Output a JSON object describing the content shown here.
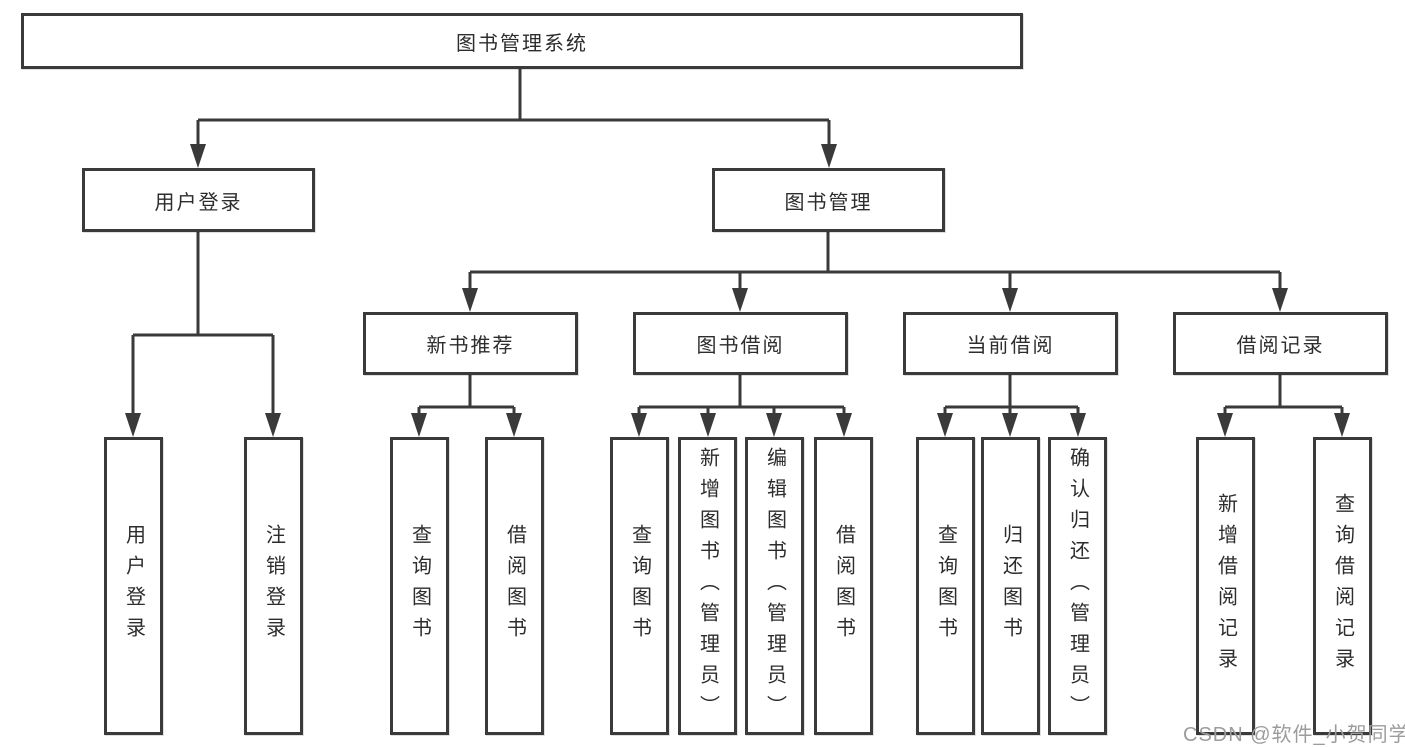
{
  "diagram": {
    "root": {
      "label": "图书管理系统"
    },
    "branches": [
      {
        "label": "用户登录",
        "children": [
          {
            "label": "用户登录"
          },
          {
            "label": "注销登录"
          }
        ]
      },
      {
        "label": "图书管理",
        "sections": [
          {
            "label": "新书推荐",
            "children": [
              {
                "label": "查询图书"
              },
              {
                "label": "借阅图书"
              }
            ]
          },
          {
            "label": "图书借阅",
            "children": [
              {
                "label": "查询图书"
              },
              {
                "label": "新增图书（管理员）"
              },
              {
                "label": "编辑图书（管理员）"
              },
              {
                "label": "借阅图书"
              }
            ]
          },
          {
            "label": "当前借阅",
            "children": [
              {
                "label": "查询图书"
              },
              {
                "label": "归还图书"
              },
              {
                "label": "确认归还（管理员）"
              }
            ]
          },
          {
            "label": "借阅记录",
            "children": [
              {
                "label": "新增借阅记录"
              },
              {
                "label": "查询借阅记录"
              }
            ]
          }
        ]
      }
    ],
    "watermark": "CSDN @软件_小贺同学",
    "colors": {
      "line": "#3a3a3a",
      "text": "#2d2d2d",
      "watermark": "#9c9c9c",
      "background": "#ffffff"
    }
  }
}
